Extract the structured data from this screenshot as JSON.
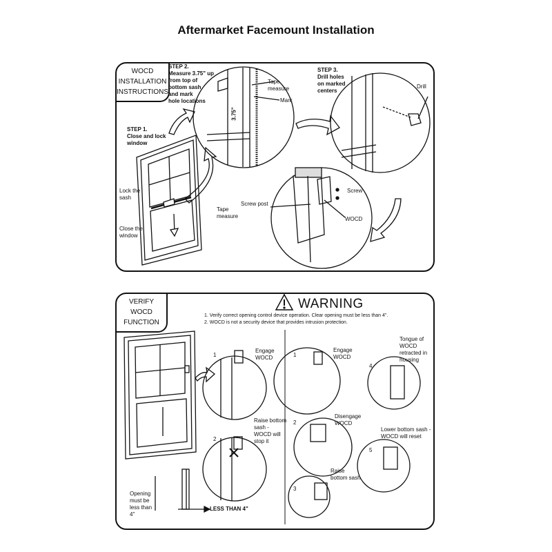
{
  "title": "Aftermarket Facemount Installation",
  "panel1": {
    "tab": [
      "WOCD",
      "INSTALLATION",
      "INSTRUCTIONS"
    ],
    "step1": "STEP 1.\nClose and lock\nwindow",
    "step2": "STEP 2.\nMeasure 3.75\" up\nfrom top of\nbottom sash\nand mark\nhole locations",
    "step3": "STEP 3.\nDrill holes\non marked\ncenters",
    "labels": {
      "lock_sash": "Lock the\nsash",
      "close_window": "Close the\nwindow",
      "tape_measure_1": "Tape\nmeasure",
      "tape_measure_2": "Tape\nmeasure",
      "mark": "Mark",
      "measurement": "3.75\"",
      "drill": "Drill",
      "screw": "Screw",
      "screw_post": "Screw post",
      "wocd": "WOCD"
    }
  },
  "panel2": {
    "tab": [
      "VERIFY",
      "WOCD",
      "FUNCTION"
    ],
    "warning_title": "WARNING",
    "warning_lines": [
      "1.  Verify correct opening control device operation.  Clear opening must be less than 4\".",
      "2.  WOCD is not a security device that provides intrusion protection."
    ],
    "labels": {
      "engage_1": "Engage\nWOCD",
      "raise_stop": "Raise bottom\nsash -\nWOCD will\nstop it",
      "opening": "Opening\nmust be\nless than\n4\"",
      "less_than": "LESS THAN 4\"",
      "engage_2": "Engage\nWOCD",
      "disengage": "Disengage\nWOCD",
      "raise_bottom": "Raise\nbottom sash",
      "tongue": "Tongue of\nWOCD\nretracted in\nhousing",
      "lower_reset": "Lower bottom sash -\nWOCD will reset"
    },
    "numbers": [
      "1",
      "2",
      "1",
      "2",
      "3",
      "4",
      "5"
    ]
  }
}
